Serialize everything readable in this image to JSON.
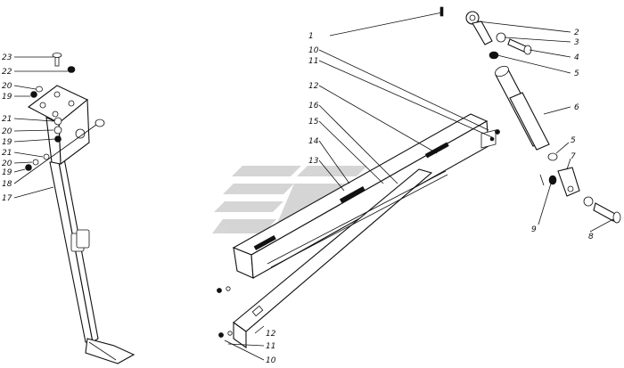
{
  "callouts": {
    "c1": "1",
    "c2": "2",
    "c3": "3",
    "c4": "4",
    "c5": "5",
    "c5b": "5",
    "c6": "6",
    "c7": "7",
    "c8": "8",
    "c9": "9",
    "c10a": "10",
    "c10b": "10",
    "c11a": "11",
    "c11b": "11",
    "c12a": "12",
    "c12b": "12",
    "c13": "13",
    "c14": "14",
    "c15": "15",
    "c16": "16",
    "c17": "17",
    "c18": "18",
    "c19a": "19",
    "c19b": "19",
    "c19c": "19",
    "c20a": "20",
    "c20b": "20",
    "c20c": "20",
    "c21a": "21",
    "c21b": "21",
    "c22": "22",
    "c23": "23"
  },
  "colors": {
    "ink": "#111111",
    "watermark": "#c8c8c8",
    "background": "#ffffff"
  },
  "watermark_icon": "stylized-s-logo-watermark"
}
